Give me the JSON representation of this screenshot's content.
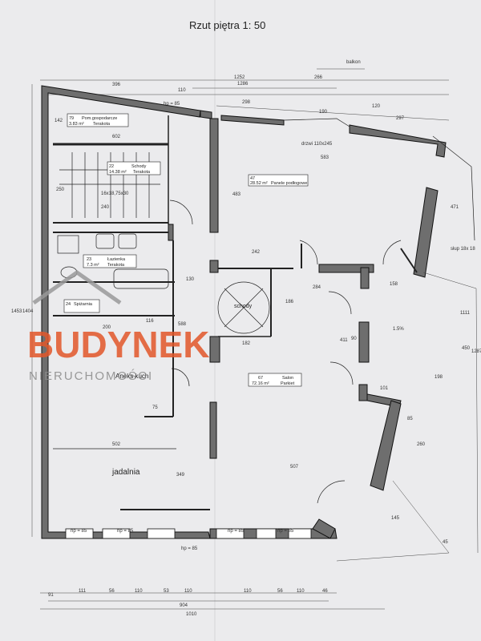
{
  "title": "Rzut piętra 1: 50",
  "logo": {
    "brand": "BUDYNEK",
    "sub": "NIERUCHOMOŚCI",
    "color": "#e2572a"
  },
  "rooms": {
    "r79": {
      "num": "79",
      "name": "Pom.gospodarcze",
      "area": "3.83 m²",
      "floor": "Terakota"
    },
    "r22": {
      "num": "22",
      "name": "Schody",
      "area": "14.38 m²",
      "floor": "Terakota"
    },
    "r23": {
      "num": "23",
      "name": "Łazienka",
      "area": "7.3 m²",
      "floor": "Terakota"
    },
    "r24": {
      "num": "24",
      "name": "Spiżarnia",
      "area": "",
      "floor": ""
    },
    "r47": {
      "num": "47",
      "name": "Panele podłogowe",
      "area": "28.52 m²",
      "floor": ""
    },
    "r67": {
      "num": "67",
      "name": "Salon",
      "area": "72.16 m²",
      "floor": "Parkiet"
    },
    "stairs": "16x18,75x30",
    "schody": "schody",
    "aneks": "Aneks kuch",
    "jadalnia": "jadalnia"
  },
  "labels": {
    "balkon": "balkon",
    "drzwi": "drzwi 110x245",
    "slup": "słup 18x 18",
    "slope": "1.5%",
    "hp": "hp = 85"
  },
  "dims": {
    "top": [
      "396",
      "110",
      "1252",
      "1286",
      "266",
      "298",
      "190",
      "120",
      "297",
      "602"
    ],
    "left": [
      "142",
      "250",
      "1453",
      "1404"
    ],
    "inner": [
      "240",
      "483",
      "242",
      "284",
      "158",
      "186",
      "182",
      "411",
      "90",
      "101",
      "502",
      "507",
      "349",
      "75",
      "130",
      "116",
      "588",
      "200",
      "85",
      "260",
      "198",
      "471",
      "583",
      "1111",
      "1287",
      "450",
      "145",
      "45"
    ],
    "bottom": [
      "91",
      "111",
      "56",
      "110",
      "53",
      "110",
      "110",
      "56",
      "110",
      "46",
      "904",
      "1010"
    ]
  }
}
